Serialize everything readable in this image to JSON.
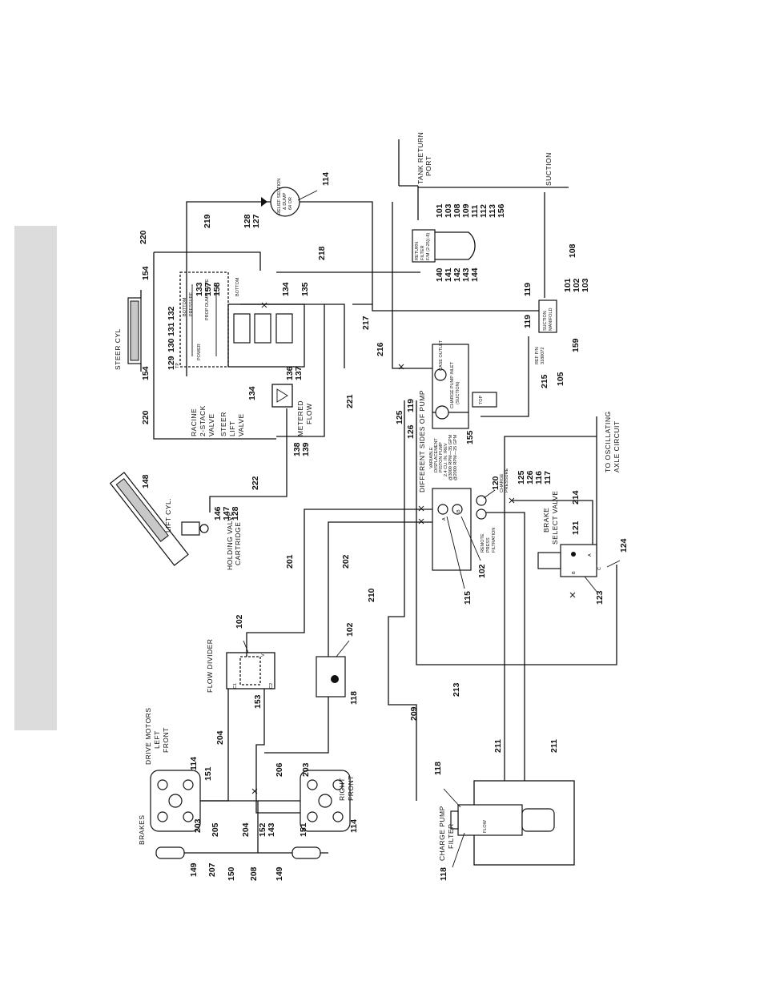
{
  "diagram": {
    "components": {
      "steer_cyl": "STEER CYL",
      "lift_cyl": "LIFT CYL.",
      "holding_valve": "HOLDING VALVE",
      "cartridge": "CARTRIDGE",
      "racine_l1": "RACINE",
      "racine_l2": "2-STACK",
      "racine_l3": "VALVE",
      "steer_l1": "STEER",
      "steer_l2": "LIFT",
      "steer_l3": "VALVE",
      "metered_l1": "METERED",
      "metered_l2": "FLOW",
      "tank_l1": "TANK RETURN",
      "tank_l2": "PORT",
      "suction": "SUCTION",
      "flow_divider": "FLOW DIVIDER",
      "drive_motors": "DRIVE MOTORS",
      "left": "LEFT",
      "front": "FRONT",
      "brakes": "BRAKES",
      "right": "RIGHT",
      "right_front": "FRONT",
      "charge_pump_l1": "CHARGE PUMP",
      "charge_pump_l2": "FILTER",
      "flow": "FLOW",
      "brake_l1": "BRAKE",
      "brake_l2": "SELECT VALVE",
      "osc_l1": "TO OSCILLATING",
      "osc_l2": "AXLE CIRCUIT",
      "pump_l1": "DIFFERENT SIDES OF PUMP",
      "pump_l2": "VARIABLE",
      "pump_l3": "DISPLACEMENT",
      "pump_l4": "PISTON PUMP",
      "pump_l5": "2.4 CU. IN. /REV",
      "pump_l6": "@3000 RPM—35 GPM",
      "pump_l7": "@2000 RPM—25 GPM",
      "case_outlet": "CASE OUTLET",
      "charge_inlet_l1": "CHARGE PUMP INLET",
      "charge_inlet_l2": "(SUCTION)",
      "top": "TOP",
      "charge_pressure_l1": "CHARGE",
      "charge_pressure_l2": "PRESSURE",
      "remote_l1": "REMOTE",
      "remote_l2": "PRESS",
      "remote_l3": "FILTRATION",
      "return_filter_l1": "RETURN",
      "return_filter_l2": "FILTER",
      "return_filter_l3": "F/M (2-25)(-8)",
      "suction_manifold_l1": "SUCTION",
      "suction_manifold_l2": "MANIFOLD",
      "ref_pn_l1": "REF P/N",
      "ref_pn_l2": "3180072",
      "relief_l1": "RELIEF SECTION",
      "relief_l2": "& DUMP",
      "relief_l3": "64 OR",
      "bottom": "BOTTOM",
      "pressure": "PRESSURE",
      "prop_dump": "PROP DUMP VALVE",
      "power": "POWER",
      "tp": "TP",
      "port_a": "A",
      "port_b": "B",
      "port_c": "C",
      "v": "V",
      "c1": "C1",
      "c2": "C2"
    },
    "callouts": {
      "n114a": "114",
      "n128a": "128",
      "n127": "127",
      "n219": "219",
      "n220a": "220",
      "n154a": "154",
      "n154b": "154",
      "n129": "129",
      "n130": "130",
      "n131": "131",
      "n132": "132",
      "n220b": "220",
      "n133": "133",
      "n157": "157",
      "n158": "158",
      "n134a": "134",
      "n135": "135",
      "n136": "136",
      "n137": "137",
      "n134b": "134",
      "n138": "138",
      "n139": "139",
      "n221": "221",
      "n218": "218",
      "n217": "217",
      "n216": "216",
      "n148": "148",
      "n222": "222",
      "n146": "146",
      "n147": "147",
      "n128b": "128",
      "n201": "201",
      "n202": "202",
      "n210": "210",
      "n125a": "125",
      "n126a": "126",
      "n119a": "119",
      "n155": "155",
      "r101": "101",
      "r103": "103",
      "r108": "108",
      "r109": "109",
      "r111": "111",
      "r112": "112",
      "r113": "113",
      "r156": "156",
      "r140": "140",
      "r141": "141",
      "r142": "142",
      "r143": "143",
      "r144": "144",
      "n108": "108",
      "n119b": "119",
      "m101": "101",
      "m102": "102",
      "m103": "103",
      "n119c": "119",
      "n159": "159",
      "n215": "215",
      "n105": "105",
      "n120": "120",
      "n125b": "125",
      "n126b": "126",
      "n116": "116",
      "n117": "117",
      "n214": "214",
      "n121": "121",
      "n124": "124",
      "n123": "123",
      "n102a": "102",
      "n115": "115",
      "n102b": "102",
      "n102c": "102",
      "n118a": "118",
      "n153": "153",
      "n204a": "204",
      "n209": "209",
      "n213": "213",
      "n211a": "211",
      "n211b": "211",
      "n118b": "118",
      "n118c": "118",
      "n114b": "114",
      "n151a": "151",
      "n203a": "203",
      "n205": "205",
      "n206": "206",
      "n203b": "203",
      "n204b": "204",
      "n152": "152",
      "n143": "143",
      "n151b": "151",
      "n114c": "114",
      "n149a": "149",
      "n207": "207",
      "n150": "150",
      "n208": "208",
      "n149b": "149"
    }
  }
}
